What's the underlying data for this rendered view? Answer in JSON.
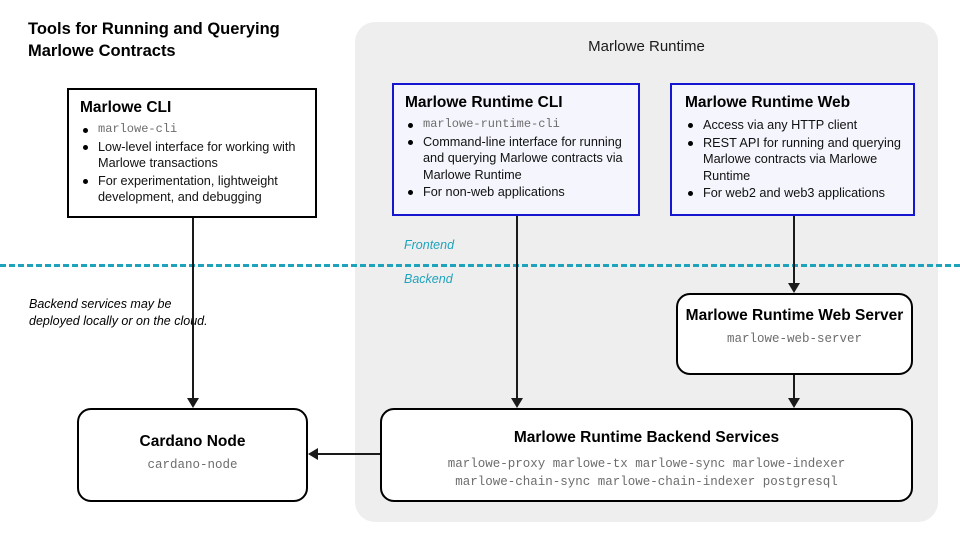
{
  "headline": "Tools for Running and Querying Marlowe Contracts",
  "runtime_panel": {
    "title": "Marlowe Runtime"
  },
  "divider": {
    "frontend_label": "Frontend",
    "backend_label": "Backend",
    "color": "#1fa3bd"
  },
  "backend_note": "Backend services may be deployed locally or on the cloud.",
  "boxes": {
    "marlowe_cli": {
      "title": "Marlowe CLI",
      "bullets": [
        "marlowe-cli",
        "Low-level interface for working with Marlowe transactions",
        "For experimentation, lightweight development, and debugging"
      ]
    },
    "runtime_cli": {
      "title": "Marlowe Runtime CLI",
      "border_color": "#1616d0",
      "bullets": [
        "marlowe-runtime-cli",
        "Command-line interface for running and querying Marlowe contracts via Marlowe Runtime",
        "For non-web applications"
      ]
    },
    "runtime_web": {
      "title": "Marlowe Runtime Web",
      "border_color": "#1616d0",
      "bullets": [
        "Access via any HTTP client",
        "REST API for running and querying Marlowe contracts via Marlowe Runtime",
        "For web2 and web3 applications"
      ]
    },
    "web_server": {
      "title": "Marlowe Runtime Web Server",
      "process": "marlowe-web-server"
    },
    "cardano_node": {
      "title": "Cardano Node",
      "process": "cardano-node"
    },
    "backend_services": {
      "title": "Marlowe Runtime Backend Services",
      "processes_line1": "marlowe-proxy marlowe-tx marlowe-sync marlowe-indexer",
      "processes_line2": "marlowe-chain-sync marlowe-chain-indexer postgresql"
    }
  }
}
